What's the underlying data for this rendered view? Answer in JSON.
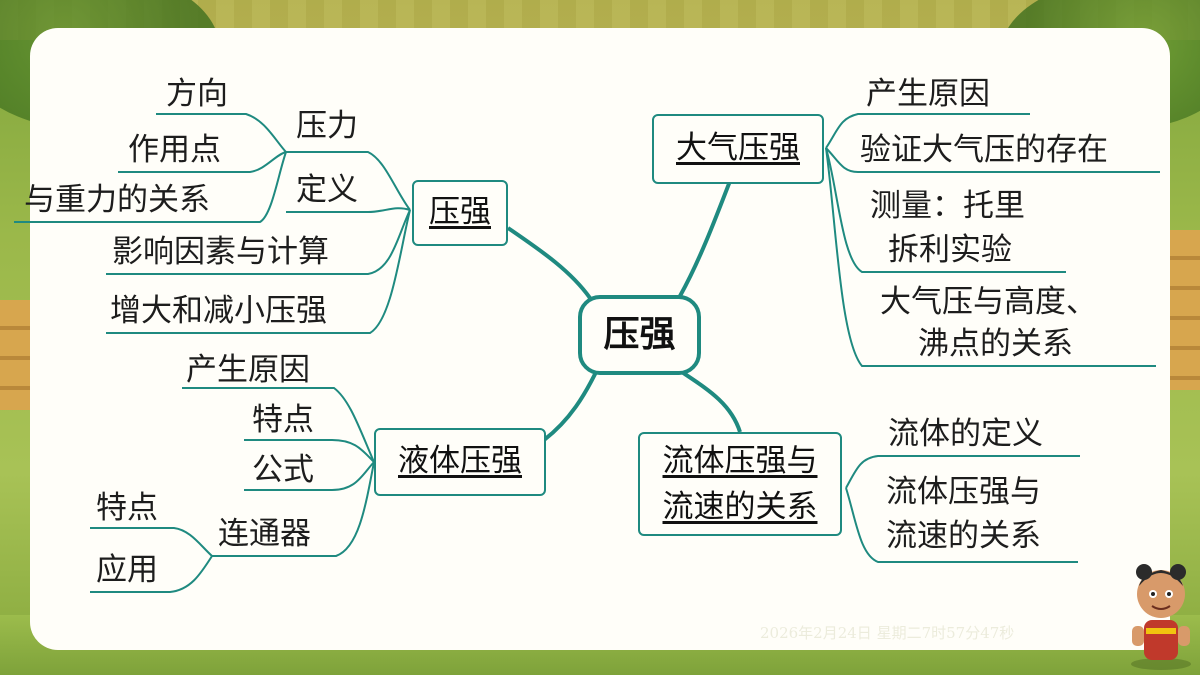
{
  "center": "压强",
  "branches": {
    "pressure": {
      "title": "压强",
      "force": {
        "label": "压力",
        "items": [
          "方向",
          "作用点",
          "与重力的关系"
        ]
      },
      "definition": "定义",
      "factors": "影响因素与计算",
      "change": "增大和减小压强"
    },
    "liquid": {
      "title": "液体压强",
      "items": [
        "产生原因",
        "特点",
        "公式"
      ],
      "connector": {
        "label": "连通器",
        "items": [
          "特点",
          "应用"
        ]
      }
    },
    "atmosphere": {
      "title": "大气压强",
      "items": [
        "产生原因",
        "验证大气压的存在"
      ],
      "measure_line1": "测量：托里",
      "measure_line2": "拆利实验",
      "altitude_line1": "大气压与高度、",
      "altitude_line2": "沸点的关系"
    },
    "fluid": {
      "title_line1": "流体压强与",
      "title_line2": "流速的关系",
      "definition": "流体的定义",
      "relation_line1": "流体压强与",
      "relation_line2": "流速的关系"
    }
  },
  "footer_datetime": "2026年2月24日 星期二7时57分47秒",
  "colors": {
    "line": "#1f8a80",
    "text": "#1d1d1d",
    "card": "#fffef9"
  }
}
